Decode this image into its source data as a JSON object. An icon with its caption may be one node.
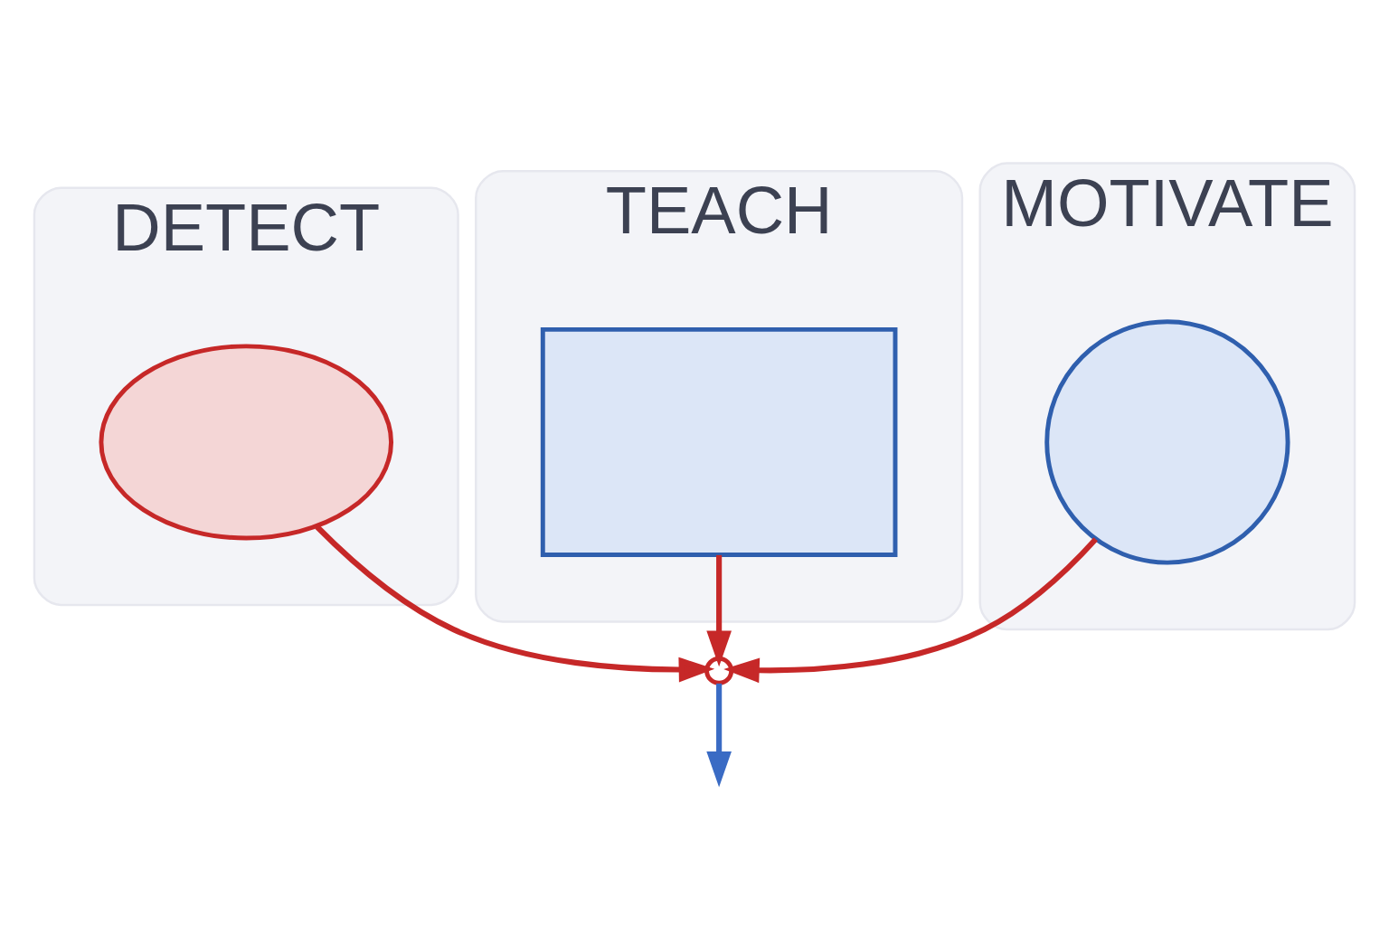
{
  "diagram": {
    "nodes": [
      {
        "text": [
          "DETECT"
        ]
      },
      {
        "text": [],
        "shape": "cloud",
        "in": 0
      },
      {
        "text": [
          "TEACH"
        ]
      },
      {
        "text": [],
        "shape": "box",
        "in": 2
      },
      {
        "text": [
          "MOTIVATE"
        ]
      },
      {
        "text": [],
        "shape": "circle",
        "in": 4
      },
      {
        "text": [],
        "shape": "circle"
      }
    ],
    "edges": [
      {
        "from": 1,
        "to": 6,
        "arrow": "to"
      },
      {
        "from": 3,
        "to": 6,
        "arrow": "to"
      },
      {
        "from": 5,
        "to": 6,
        "arrow": "to"
      },
      {
        "from": 6,
        "to": null,
        "arrow": "to",
        "color": "#3a6bc4"
      }
    ]
  }
}
